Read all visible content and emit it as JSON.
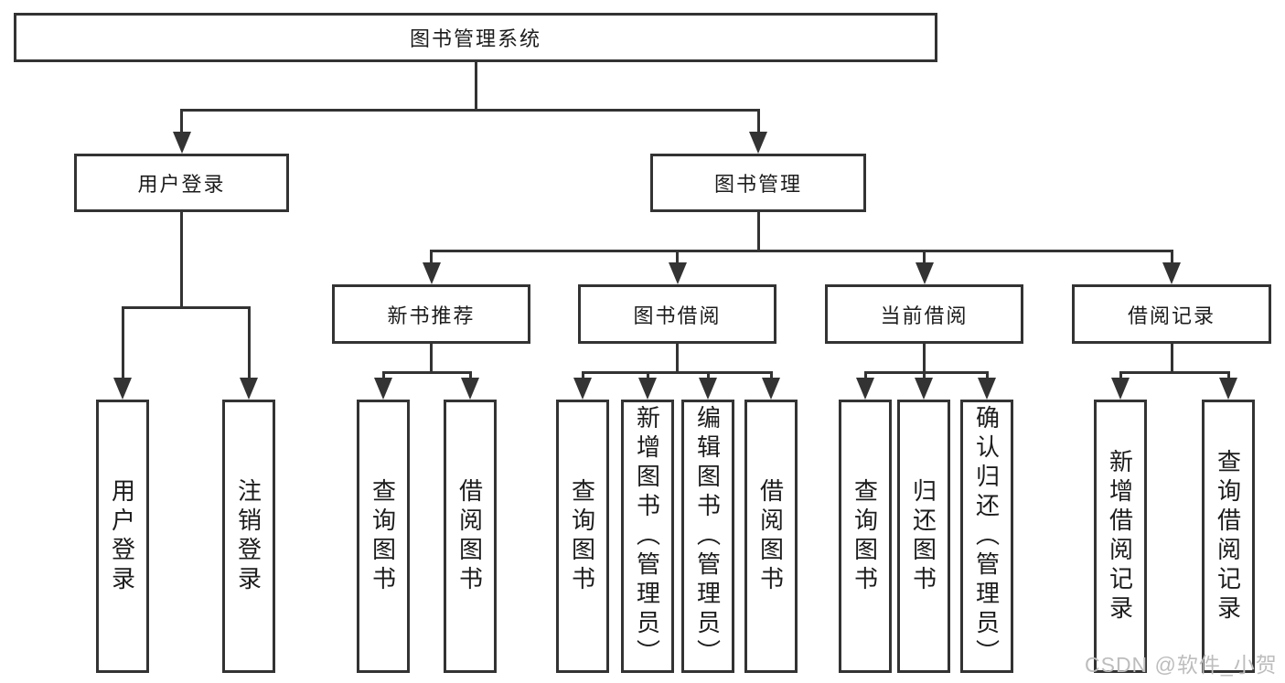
{
  "diagram": {
    "title": {
      "label": "图书管理系统"
    },
    "level2": [
      {
        "label": "用户登录"
      },
      {
        "label": "图书管理"
      }
    ],
    "level3": [
      {
        "label": "新书推荐"
      },
      {
        "label": "图书借阅"
      },
      {
        "label": "当前借阅"
      },
      {
        "label": "借阅记录"
      }
    ],
    "leaves": {
      "user": [
        "用户登录",
        "注销登录"
      ],
      "recommend": [
        "查询图书",
        "借阅图书"
      ],
      "borrow": [
        "查询图书",
        "新增图书（管理员）",
        "编辑图书（管理员）",
        "借阅图书"
      ],
      "current": [
        "查询图书",
        "归还图书",
        "确认归还（管理员）"
      ],
      "record": [
        "新增借阅记录",
        "查询借阅记录"
      ]
    },
    "watermark": "CSDN @软件_小贺同学",
    "colors": {
      "line": "#333333",
      "text": "#1c1c1c",
      "watermark": "#bdbdbd",
      "background": "#ffffff"
    }
  }
}
